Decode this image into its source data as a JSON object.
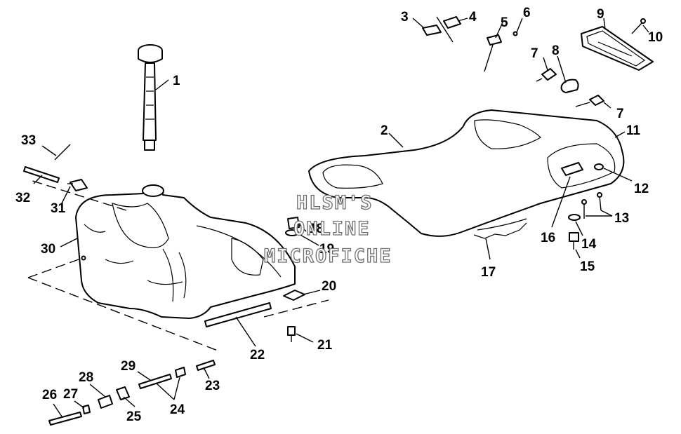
{
  "watermark": {
    "line1": "HLSM'S",
    "line2": "ONLINE",
    "line3": "MICROFICHE"
  },
  "callouts": [
    "1",
    "2",
    "3",
    "4",
    "5",
    "6",
    "7",
    "8",
    "9",
    "10",
    "11",
    "12",
    "13",
    "14",
    "15",
    "16",
    "17",
    "18",
    "19",
    "20",
    "21",
    "22",
    "23",
    "24",
    "25",
    "26",
    "27",
    "28",
    "29",
    "30",
    "31",
    "32",
    "33",
    "7"
  ]
}
